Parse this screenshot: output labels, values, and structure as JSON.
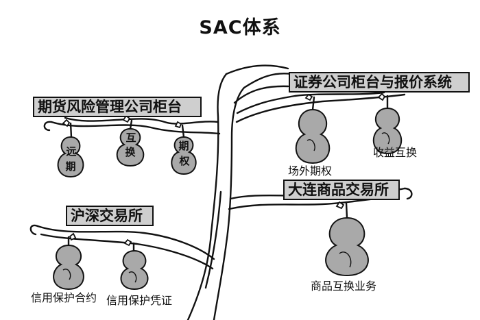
{
  "title": "SAC体系",
  "signs": {
    "futures": "期货风险管理公司柜台",
    "securities": "证券公司柜台与报价系统",
    "dalian": "大连商品交易所",
    "shsz": "沪深交易所"
  },
  "gourd_text": {
    "forward_top": "远",
    "forward_bottom": "期",
    "swap_top": "互",
    "swap_bottom": "换",
    "option_top": "期",
    "option_bottom": "权"
  },
  "labels": {
    "otc_options": "场外期权",
    "return_swap": "收益互换",
    "commodity_swap": "商品互换业务",
    "credit_contract": "信用保护合约",
    "credit_certificate": "信用保护凭证"
  },
  "colors": {
    "gourd_fill": "#a9a9a9",
    "sign_fill": "#cfcfcf",
    "ink": "#111111"
  }
}
